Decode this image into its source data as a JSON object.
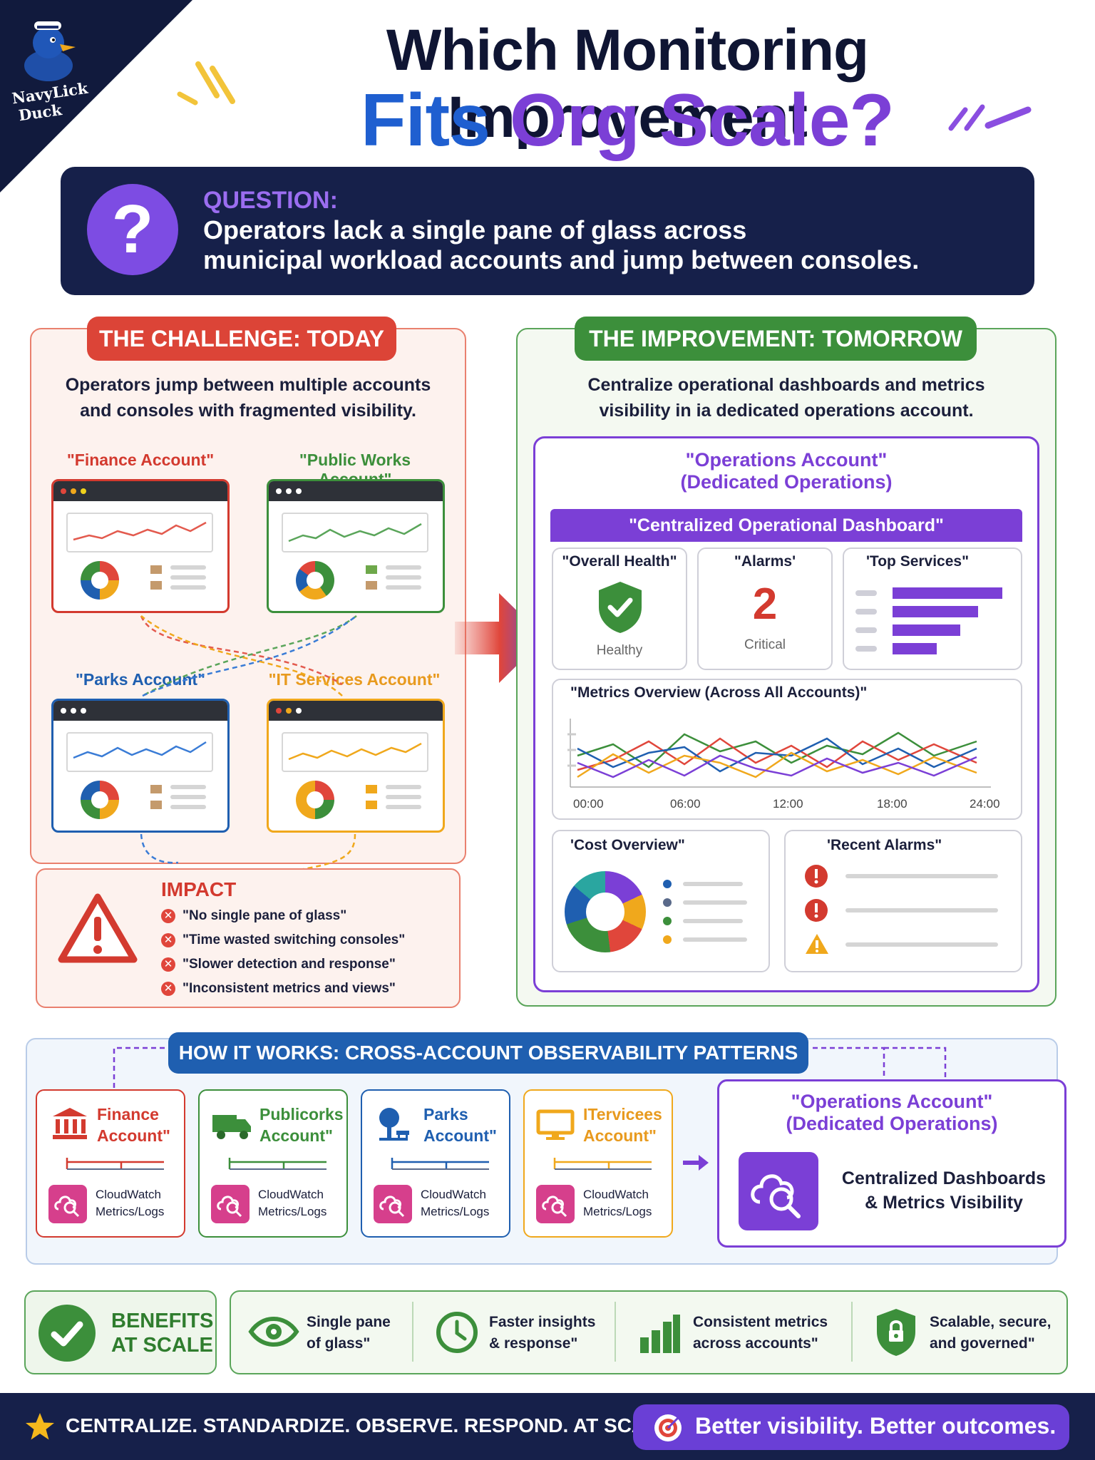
{
  "brand": {
    "logo_text_line1": "NavyLick",
    "logo_text_line2": "Duck"
  },
  "title": {
    "line1": "Which Monitoring Improvement",
    "line2a": "Fits",
    "line2b": "Org Scale?"
  },
  "question": {
    "label": "QUESTION:",
    "text_line1": "Operators lack a single pane of glass across",
    "text_line2": "municipal workload accounts and jump between consoles.",
    "icon": "question-mark-icon"
  },
  "challenge": {
    "heading": "THE CHALLENGE: TODAY",
    "desc_line1": "Operators jump between multiple accounts",
    "desc_line2": "and consoles with fragmented visibility.",
    "accounts": [
      {
        "label": "\"Finance Account\"",
        "color": "#d33a2f"
      },
      {
        "label": "\"Public Works Account\"",
        "color": "#3c8f3b"
      },
      {
        "label": "\"Parks Account\"",
        "color": "#1f5fb0"
      },
      {
        "label": "\"IT Services Account\"",
        "color": "#e89a1e"
      }
    ],
    "impact": {
      "title": "IMPACT",
      "items": [
        "\"No single pane of glass\"",
        "\"Time wasted switching consoles\"",
        "\"Slower detection and response\"",
        "\"Inconsistent metrics and views\""
      ]
    }
  },
  "improvement": {
    "heading": "THE IMPROVEMENT: TOMORROW",
    "desc_line1": "Centralize operational dashboards and metrics",
    "desc_line2": "visibility in ia dedicated operations account.",
    "ops_title_line1": "\"Operations Account\"",
    "ops_title_line2": "(Dedicated Operations)",
    "dashboard_header": "\"Centralized Operational Dashboard\"",
    "health": {
      "title": "\"Overall Health\"",
      "status": "Healthy"
    },
    "alarms": {
      "title": "\"Alarms'",
      "count": "2",
      "status": "Critical"
    },
    "top_services": {
      "title": "'Top Services\"",
      "bar_values": [
        1.0,
        0.78,
        0.62,
        0.4
      ]
    },
    "metrics": {
      "title": "\"Metrics Overview (Across All Accounts)\"",
      "ticks": [
        "00:00",
        "06:00",
        "12:00",
        "18:00",
        "24:00"
      ]
    },
    "cost": {
      "title": "'Cost Overview\""
    },
    "recent_alarms": {
      "title": "'Recent Alarms\""
    }
  },
  "how": {
    "heading": "HOW IT WORKS: CROSS-ACCOUNT OBSERVABILITY PATTERNS",
    "accounts": [
      {
        "name_line1": "Finance",
        "name_line2": "Account\"",
        "color": "#d33a2f",
        "icon": "bank-icon",
        "cw_line1": "CloudWatch",
        "cw_line2": "Metrics/Logs"
      },
      {
        "name_line1": "Publicorks",
        "name_line2": "Account\"",
        "color": "#3c8f3b",
        "icon": "truck-icon",
        "cw_line1": "CloudWatch",
        "cw_line2": "Metrics/Logs"
      },
      {
        "name_line1": "Parks",
        "name_line2": "Account\"",
        "color": "#1f5fb0",
        "icon": "tree-icon",
        "cw_line1": "CloudWatch",
        "cw_line2": "Metrics/Logs"
      },
      {
        "name_line1": "ITervicees",
        "name_line2": "Account\"",
        "color": "#e89a1e",
        "icon": "monitor-icon",
        "cw_line1": "CloudWatch",
        "cw_line2": "Metrics/Logs"
      }
    ],
    "ops_title_line1": "\"Operations Account\"",
    "ops_title_line2": "(Dedicated Operations)",
    "ops_desc_line1": "Centralized Dashboards",
    "ops_desc_line2": "& Metrics Visibility"
  },
  "benefits": {
    "title_line1": "BENEFITS",
    "title_line2": "AT SCALE",
    "items": [
      {
        "line1": "Single pane",
        "line2": "of glass\"",
        "icon": "eye-icon"
      },
      {
        "line1": "Faster insights",
        "line2": "& response\"",
        "icon": "clock-icon"
      },
      {
        "line1": "Consistent metrics",
        "line2": "across accounts\"",
        "icon": "bar-chart-icon"
      },
      {
        "line1": "Scalable, secure,",
        "line2": "and governed\"",
        "icon": "shield-lock-icon"
      }
    ]
  },
  "footer": {
    "tagline": "CENTRALIZE. STANDARDIZE. OBSERVE. RESPOND. AT SCALE.",
    "pill": "Better visibility. Better outcomes."
  }
}
